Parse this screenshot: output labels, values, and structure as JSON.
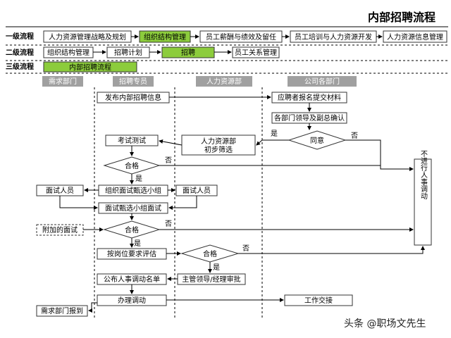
{
  "title": "内部招聘流程",
  "level1": {
    "label": "一级流程",
    "items": [
      "人力资源管理战略及规划",
      "组织结构管理",
      "员工薪酬与绩效及留任",
      "员工培训与人力资源开发",
      "人力资源信息管理"
    ]
  },
  "level2": {
    "label": "二级流程",
    "items": [
      "组织结构管理",
      "招聘计划",
      "招聘",
      "员工关系管理"
    ]
  },
  "level3": {
    "label": "三级流程",
    "items": [
      "内部招聘流程"
    ]
  },
  "lanes": [
    "需求部门",
    "招聘专员",
    "人力资源部",
    "公司各部门"
  ],
  "nodes": {
    "publish": "发布内部招聘信息",
    "apply": "应聘者报名提交材料",
    "dept_confirm": "各部门领导及副总确认",
    "agree": "同意",
    "hr_screen_1": "人力资源部",
    "hr_screen_2": "初步筛选",
    "exam": "考试测试",
    "pass1": "合格",
    "form_team": "组织面试甄选小组",
    "interview_left": "面试人员",
    "interview_right": "面试人员",
    "team_interview": "面试甄选小组面试",
    "extra_interview": "附加的面试",
    "pass2": "合格",
    "position_eval": "按岗位要求评估",
    "pass3": "合格",
    "manager_approve": "主管领导/经理审批",
    "publish_list": "公布人事调动名单",
    "transfer": "办理调动",
    "handover": "工作交接",
    "report": "需求部门报到",
    "no_transfer": "不进行人事调动"
  },
  "edge_labels": {
    "yes": "是",
    "no": "否"
  },
  "watermark": "头条 @职场文先生"
}
